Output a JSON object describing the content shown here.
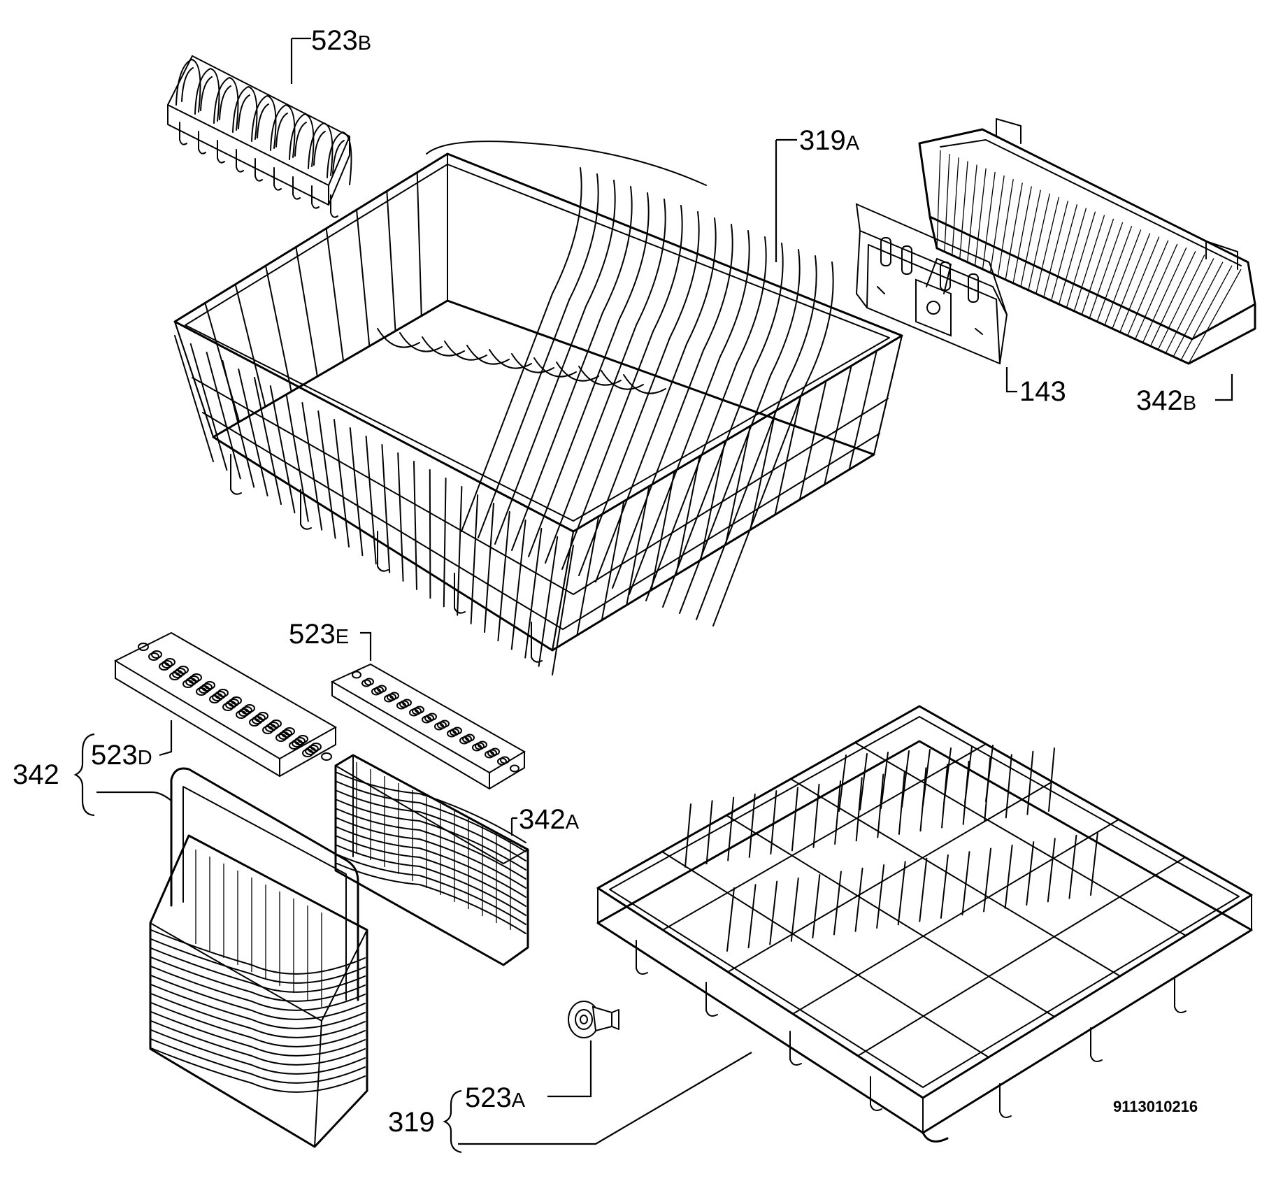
{
  "diagram": {
    "document_number": "9113010216",
    "labels": [
      {
        "id": "523B",
        "num": "523",
        "suffix": "B"
      },
      {
        "id": "319A",
        "num": "319",
        "suffix": "A"
      },
      {
        "id": "143",
        "num": "143",
        "suffix": ""
      },
      {
        "id": "342B",
        "num": "342",
        "suffix": "B"
      },
      {
        "id": "523E",
        "num": "523",
        "suffix": "E"
      },
      {
        "id": "523D",
        "num": "523",
        "suffix": "D"
      },
      {
        "id": "342",
        "num": "342",
        "suffix": ""
      },
      {
        "id": "342A",
        "num": "342",
        "suffix": "A"
      },
      {
        "id": "523A",
        "num": "523",
        "suffix": "A"
      },
      {
        "id": "319",
        "num": "319",
        "suffix": ""
      }
    ],
    "parts": [
      {
        "part": "cup-rack",
        "label": "523B"
      },
      {
        "part": "upper-basket",
        "label": "319A"
      },
      {
        "part": "basket-adjuster",
        "label": "143"
      },
      {
        "part": "side-rack",
        "label": "342B"
      },
      {
        "part": "cutlery-lid-small",
        "label": "523E"
      },
      {
        "part": "cutlery-lid-large",
        "label": "523D"
      },
      {
        "part": "cutlery-basket-large",
        "label": "342"
      },
      {
        "part": "cutlery-basket-small",
        "label": "342A"
      },
      {
        "part": "basket-wheel",
        "label": "523A"
      },
      {
        "part": "lower-basket",
        "label": "319"
      }
    ]
  }
}
